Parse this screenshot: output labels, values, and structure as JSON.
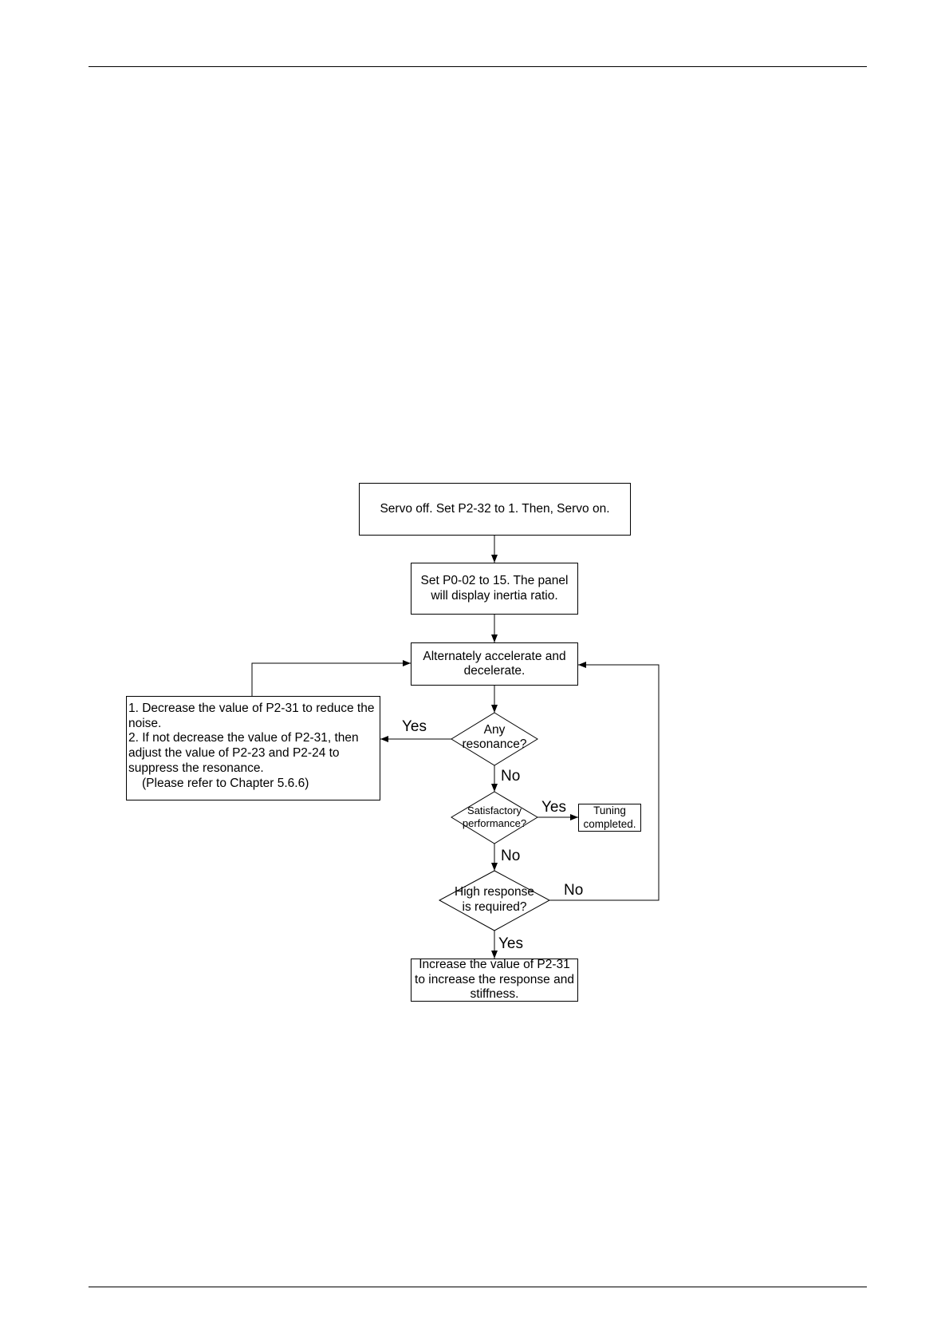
{
  "colors": {
    "line": "#000000",
    "page_background": "#ffffff"
  },
  "flowchart": {
    "start": {
      "lines": [
        "Servo off. Set P2-32 to 1. Then, Servo on."
      ]
    },
    "set_p0_02": {
      "lines": [
        "Set P0-02 to 15. The panel",
        "will display inertia ratio."
      ]
    },
    "accel_decel": {
      "lines": [
        "Alternately accelerate and",
        "decelerate."
      ]
    },
    "resonance_decision": {
      "lines": [
        "Any",
        "resonance?"
      ]
    },
    "reduce_noise": {
      "lines": [
        "1. Decrease the value of P2-31 to reduce the",
        "noise.",
        "2. If not decrease the value of P2-31, then",
        "adjust the value of P2-23 and P2-24 to",
        "suppress the resonance.",
        "(Please refer to Chapter 5.6.6)"
      ]
    },
    "performance_decision": {
      "lines": [
        "Satisfactory",
        "performance?"
      ]
    },
    "tuning_completed": {
      "lines": [
        "Tuning",
        "completed."
      ]
    },
    "response_decision": {
      "lines": [
        "High response",
        "is required?"
      ]
    },
    "increase_response": {
      "lines": [
        "Increase the value of P2-31",
        "to increase the response and",
        "stiffness."
      ]
    },
    "edge_labels": {
      "resonance_yes": "Yes",
      "resonance_no": "No",
      "performance_yes": "Yes",
      "performance_no": "No",
      "response_no": "No",
      "response_yes": "Yes"
    }
  }
}
